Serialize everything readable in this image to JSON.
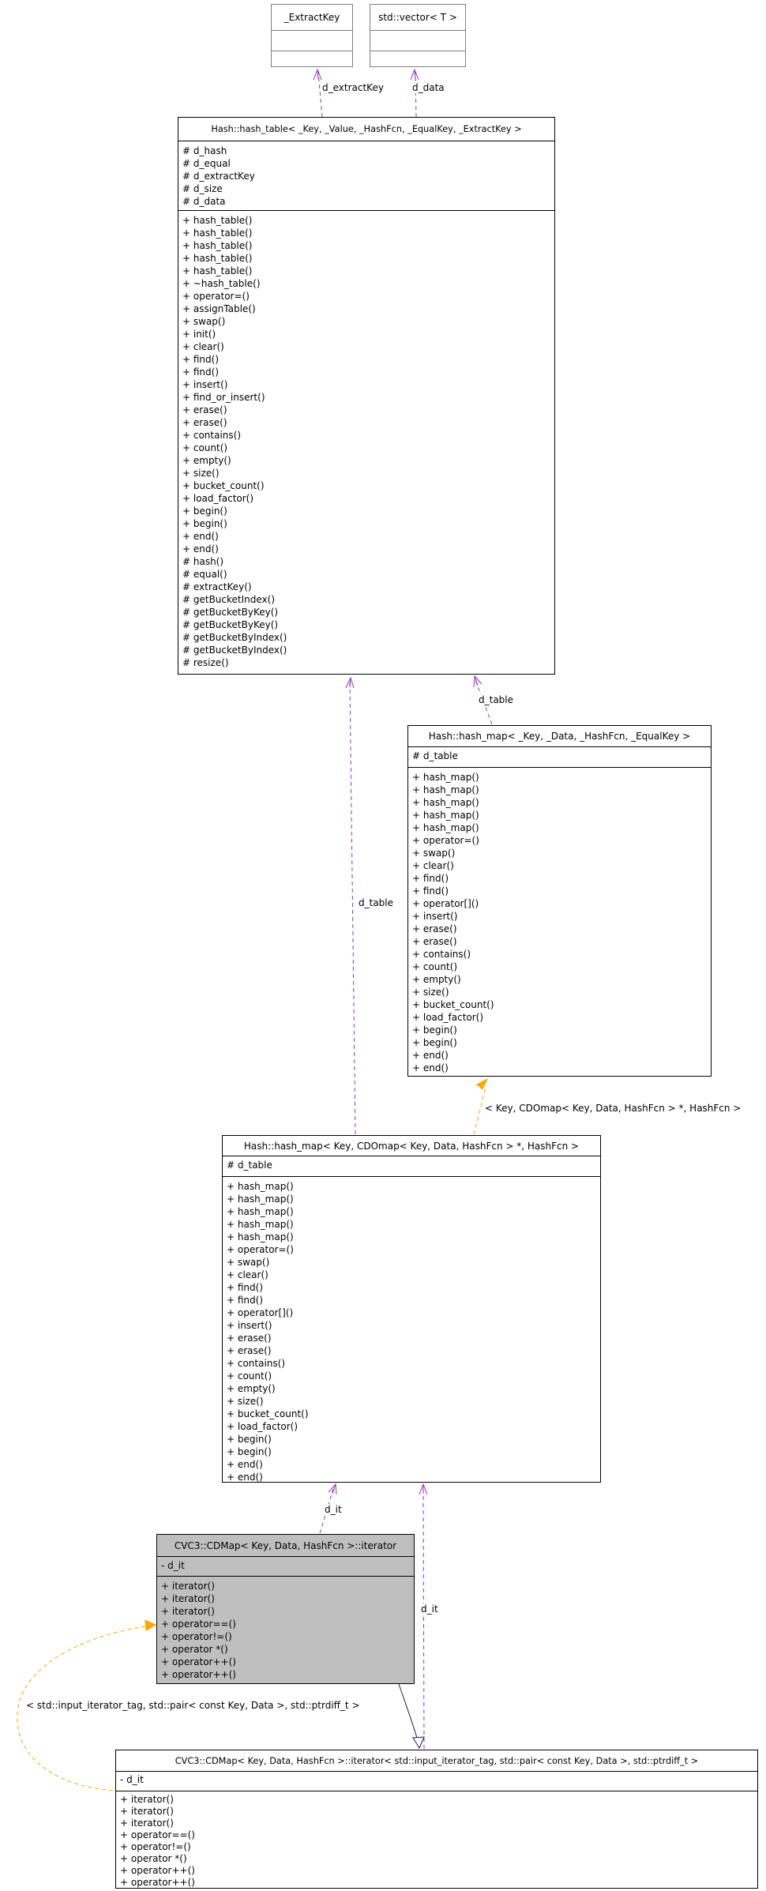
{
  "diagram_title": "Collaboration graph (UML class diagram)",
  "colors": {
    "usage_edge": "#9a32cd",
    "template_instance_edge": "#ffa500",
    "inheritance_edge": "#191970",
    "focus_class_fill": "#bfbfbf",
    "box_border": "#000000",
    "mini_box_border": "#7f7f7f",
    "background": "#ffffff"
  },
  "classes": {
    "extract_key": {
      "title": "_ExtractKey",
      "attributes": [],
      "methods": []
    },
    "std_vector": {
      "title": "std::vector< T >",
      "attributes": [],
      "methods": []
    },
    "hash_table": {
      "title": "Hash::hash_table< _Key, _Value, _HashFcn, _EqualKey, _ExtractKey >",
      "attributes": [
        "# d_hash",
        "# d_equal",
        "# d_extractKey",
        "# d_size",
        "# d_data"
      ],
      "methods": [
        "+ hash_table()",
        "+ hash_table()",
        "+ hash_table()",
        "+ hash_table()",
        "+ hash_table()",
        "+ ~hash_table()",
        "+ operator=()",
        "+ assignTable()",
        "+ swap()",
        "+ init()",
        "+ clear()",
        "+ find()",
        "+ find()",
        "+ insert()",
        "+ find_or_insert()",
        "+ erase()",
        "+ erase()",
        "+ contains()",
        "+ count()",
        "+ empty()",
        "+ size()",
        "+ bucket_count()",
        "+ load_factor()",
        "+ begin()",
        "+ begin()",
        "+ end()",
        "+ end()",
        "# hash()",
        "# equal()",
        "# extractKey()",
        "# getBucketIndex()",
        "# getBucketByKey()",
        "# getBucketByKey()",
        "# getBucketByIndex()",
        "# getBucketByIndex()",
        "# resize()"
      ]
    },
    "hash_map_generic": {
      "title": "Hash::hash_map< _Key, _Data, _HashFcn, _EqualKey >",
      "attributes": [
        "# d_table"
      ],
      "methods": [
        "+ hash_map()",
        "+ hash_map()",
        "+ hash_map()",
        "+ hash_map()",
        "+ hash_map()",
        "+ operator=()",
        "+ swap()",
        "+ clear()",
        "+ find()",
        "+ find()",
        "+ operator[]()",
        "+ insert()",
        "+ erase()",
        "+ erase()",
        "+ contains()",
        "+ count()",
        "+ empty()",
        "+ size()",
        "+ bucket_count()",
        "+ load_factor()",
        "+ begin()",
        "+ begin()",
        "+ end()",
        "+ end()"
      ]
    },
    "hash_map_cdomap": {
      "title": "Hash::hash_map< Key, CDOmap< Key, Data, HashFcn > *, HashFcn >",
      "attributes": [
        "# d_table"
      ],
      "methods": [
        "+ hash_map()",
        "+ hash_map()",
        "+ hash_map()",
        "+ hash_map()",
        "+ hash_map()",
        "+ operator=()",
        "+ swap()",
        "+ clear()",
        "+ find()",
        "+ find()",
        "+ operator[]()",
        "+ insert()",
        "+ erase()",
        "+ erase()",
        "+ contains()",
        "+ count()",
        "+ empty()",
        "+ size()",
        "+ bucket_count()",
        "+ load_factor()",
        "+ begin()",
        "+ begin()",
        "+ end()",
        "+ end()"
      ]
    },
    "cdmap_iterator": {
      "title": "CVC3::CDMap< Key, Data, HashFcn >::iterator",
      "attributes": [
        "- d_it"
      ],
      "methods": [
        "+ iterator()",
        "+ iterator()",
        "+ iterator()",
        "+ operator==()",
        "+ operator!=()",
        "+ operator *()",
        "+ operator++()",
        "+ operator++()"
      ]
    },
    "cdmap_iterator_base": {
      "title": "CVC3::CDMap< Key, Data, HashFcn >::iterator< std::input_iterator_tag, std::pair< const Key, Data >, std::ptrdiff_t >",
      "attributes": [
        "- d_it"
      ],
      "methods": [
        "+ iterator()",
        "+ iterator()",
        "+ iterator()",
        "+ operator==()",
        "+ operator!=()",
        "+ operator *()",
        "+ operator++()",
        "+ operator++()"
      ]
    }
  },
  "edges": {
    "d_extract_key_label": "d_extractKey",
    "d_data_label": "d_data",
    "d_table_right_label": "d_table",
    "d_table_left_label": "d_table",
    "instance_hash_map_label": "< Key, CDOmap< Key, Data, HashFcn > *, HashFcn >",
    "d_it_upper_label": "d_it",
    "d_it_lower_label": "d_it",
    "instance_iterator_label": "< std::input_iterator_tag, std::pair< const Key, Data >, std::ptrdiff_t >"
  }
}
